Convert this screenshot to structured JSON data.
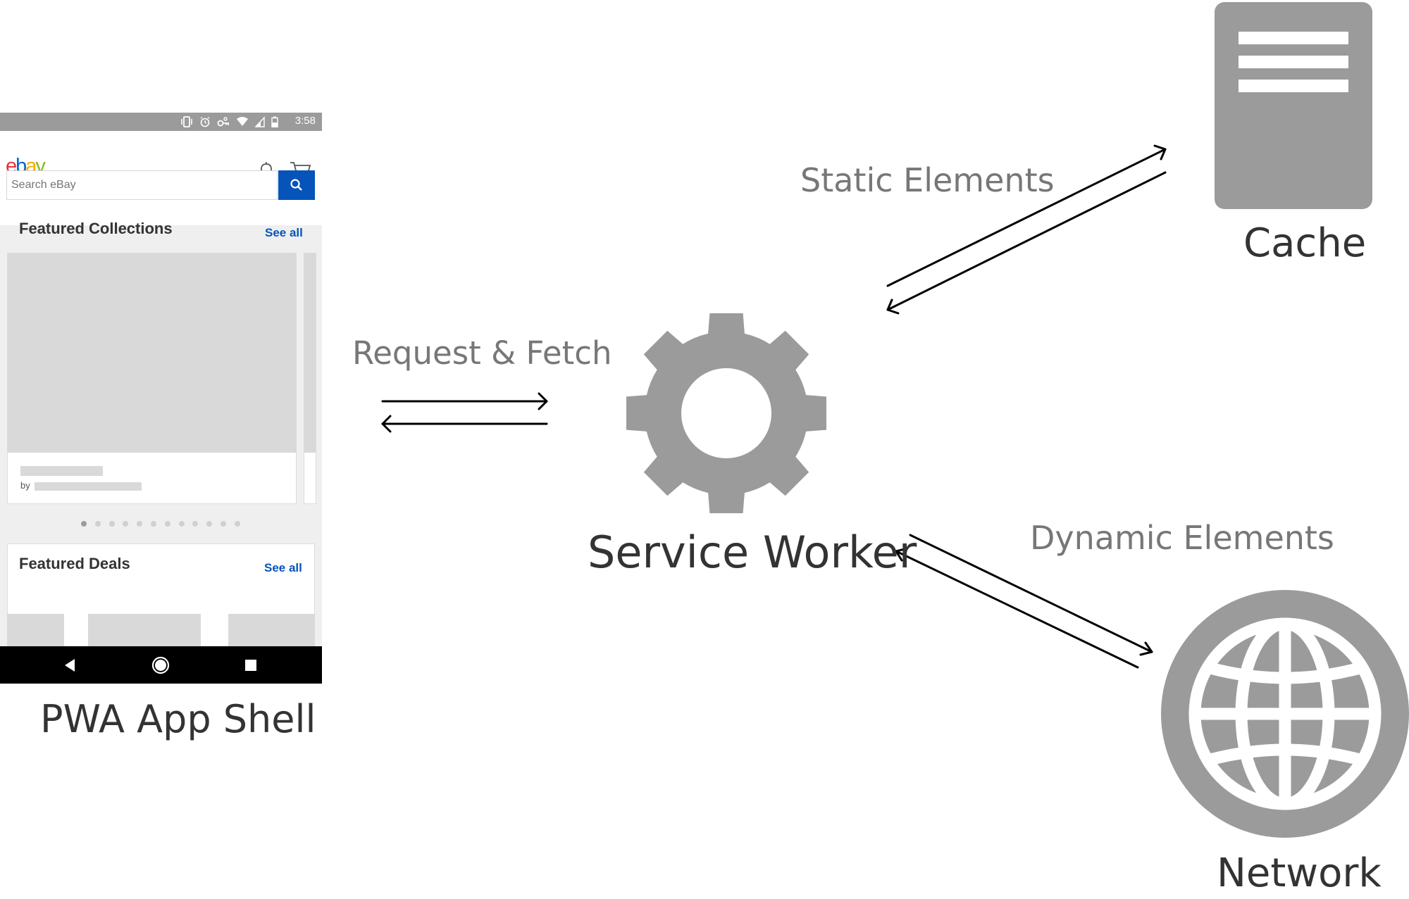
{
  "phone": {
    "status_time": "3:58",
    "logo_letters": [
      {
        "char": "e",
        "color": "#e53238"
      },
      {
        "char": "b",
        "color": "#0064d2"
      },
      {
        "char": "a",
        "color": "#f5af02"
      },
      {
        "char": "y",
        "color": "#86b817"
      }
    ],
    "search_placeholder": "Search eBay",
    "featured_collections_title": "Featured Collections",
    "see_all_label": "See all",
    "card_by_label": "by",
    "carousel_dot_count": 12,
    "carousel_active_index": 0,
    "featured_deals_title": "Featured Deals",
    "deals_see_all_label": "See all",
    "accent_color": "#0654ba"
  },
  "labels": {
    "pwa_app_shell": "PWA App Shell",
    "request_fetch": "Request & Fetch",
    "service_worker": "Service Worker",
    "static_elements": "Static Elements",
    "cache": "Cache",
    "dynamic_elements": "Dynamic Elements",
    "network": "Network"
  },
  "colors": {
    "icon_gray": "#9b9b9b",
    "label_gray": "#777777",
    "label_dark": "#333333"
  }
}
